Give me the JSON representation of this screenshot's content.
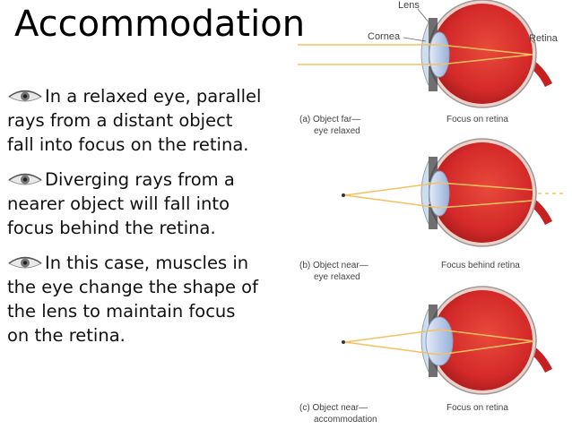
{
  "title": "Accommodation",
  "bullets": [
    {
      "text": "In a relaxed eye, parallel\nrays from a distant object\nfall into focus on the retina.",
      "icon": "eye-icon"
    },
    {
      "text": "Diverging rays from a\nnearer object will fall into\nfocus behind the retina.",
      "icon": "eye-icon"
    },
    {
      "text": "In this case, muscles in\nthe eye change the shape of\nthe lens to maintain focus\non the retina.",
      "icon": "eye-icon"
    }
  ],
  "diagram": {
    "labels": {
      "lens": "Lens",
      "cornea": "Cornea",
      "retina": "Retina"
    },
    "panels": [
      {
        "caption_line1": "(a) Object far—",
        "caption_line2": "eye relaxed",
        "focus": "Focus on retina"
      },
      {
        "caption_line1": "(b) Object near—",
        "caption_line2": "eye relaxed",
        "focus": "Focus behind retina"
      },
      {
        "caption_line1": "(c) Object near—",
        "caption_line2": "accommodation",
        "focus": "Focus on retina"
      }
    ]
  },
  "colors": {
    "eyeball": "#d42a2a",
    "lens": "#b7c9e8",
    "ray": "#f5c060"
  }
}
